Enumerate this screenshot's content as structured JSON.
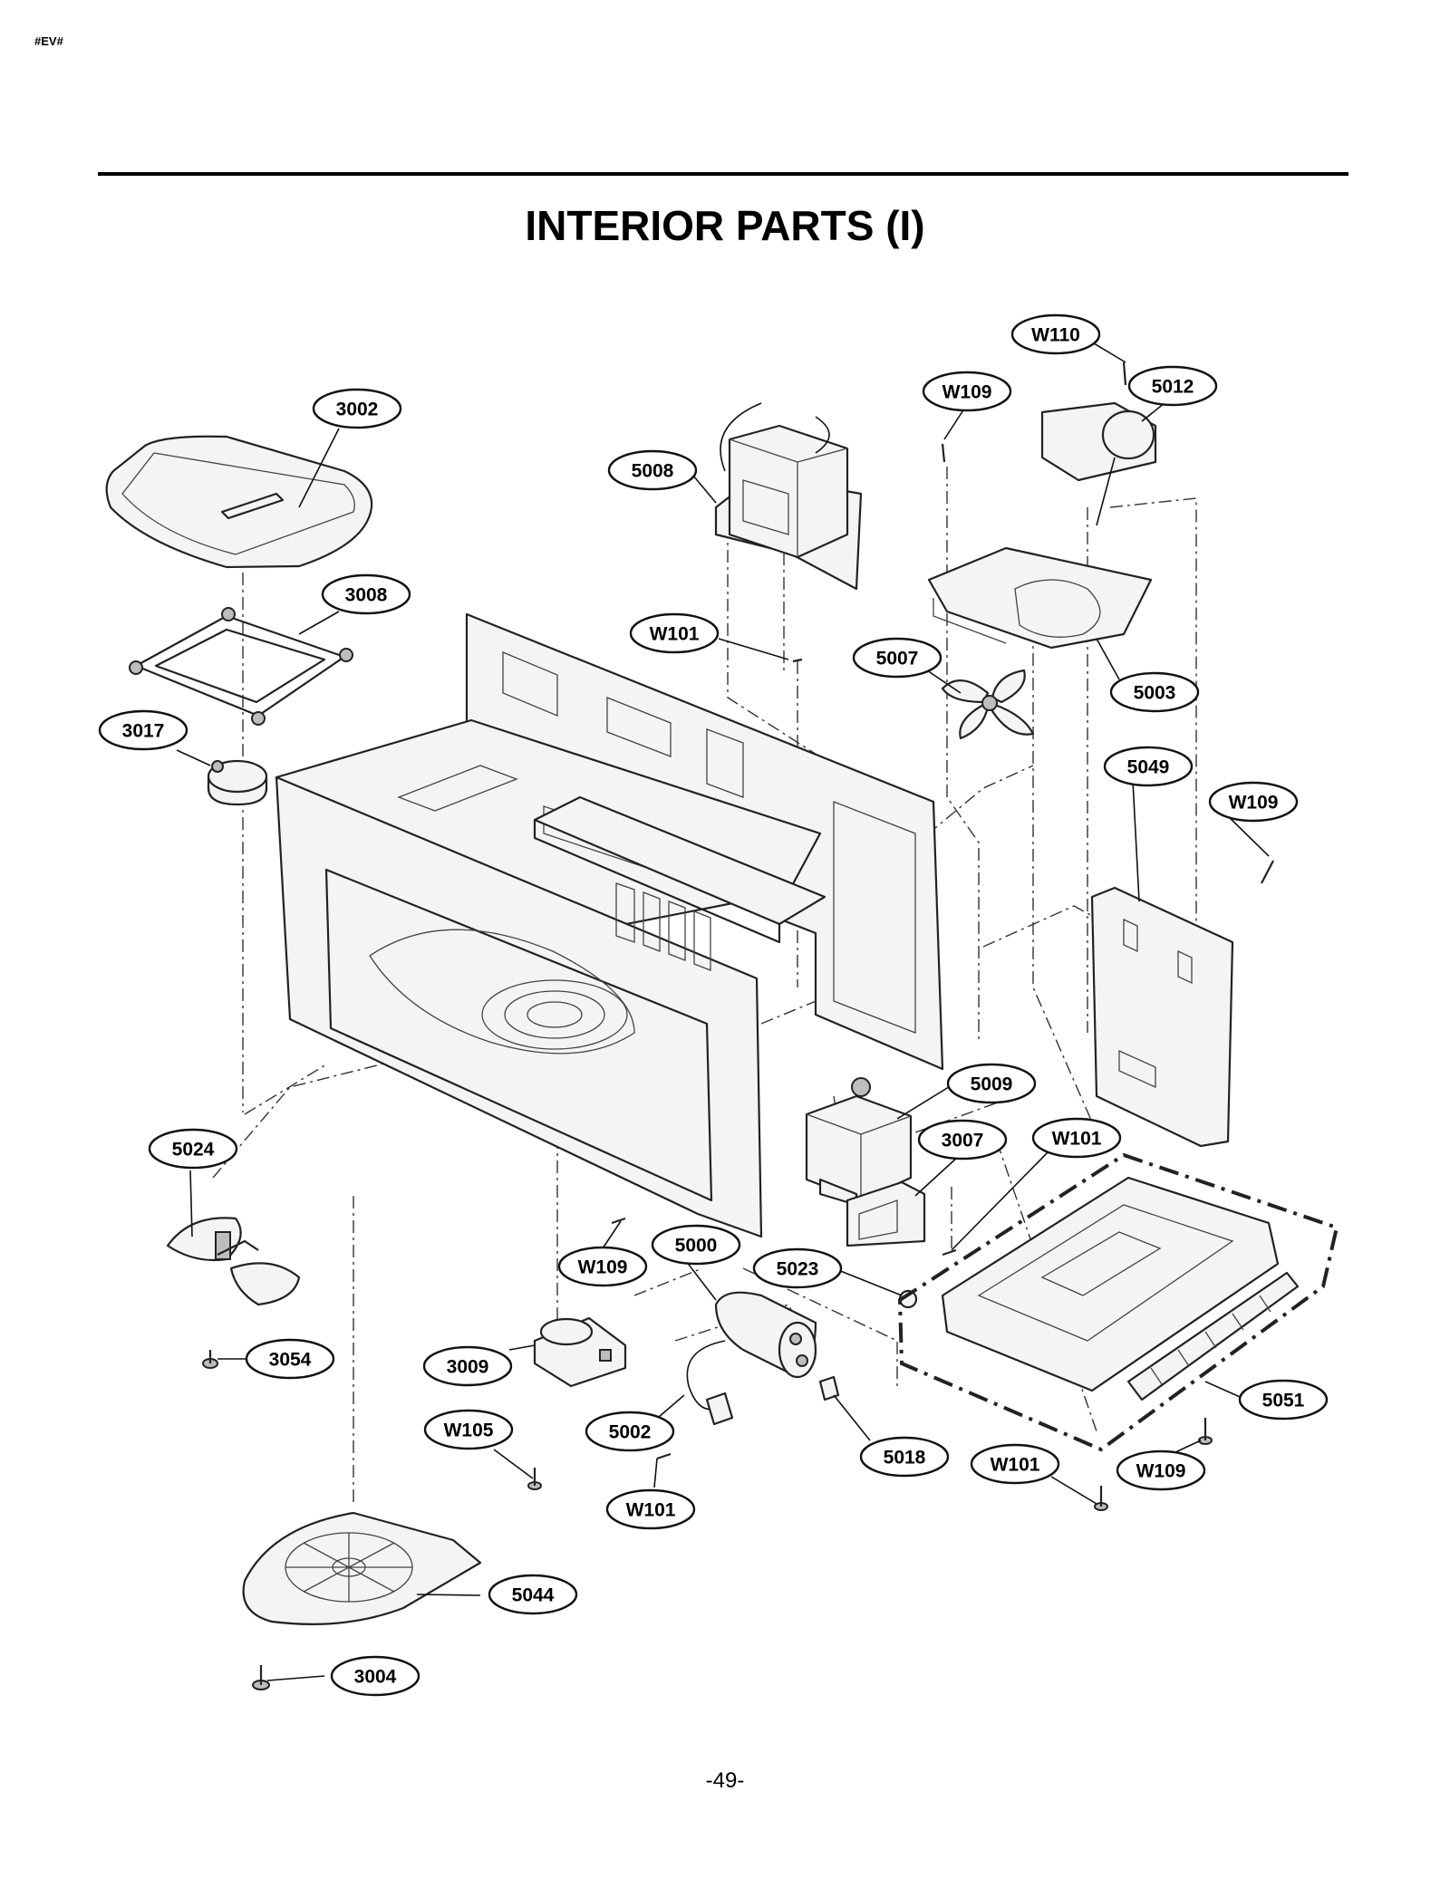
{
  "header": {
    "tag": "#EV#"
  },
  "title": "INTERIOR PARTS (I)",
  "page_number": "-49-",
  "callouts": [
    "W110",
    "5012",
    "W109",
    "3002",
    "5008",
    "3008",
    "W101",
    "5007",
    "5003",
    "3017",
    "5049",
    "W109",
    "5009",
    "5024",
    "3007",
    "W101",
    "W109",
    "5000",
    "5023",
    "3054",
    "3009",
    "W105",
    "5002",
    "5018",
    "W101",
    "5051",
    "W109",
    "W101",
    "5044",
    "3004"
  ]
}
